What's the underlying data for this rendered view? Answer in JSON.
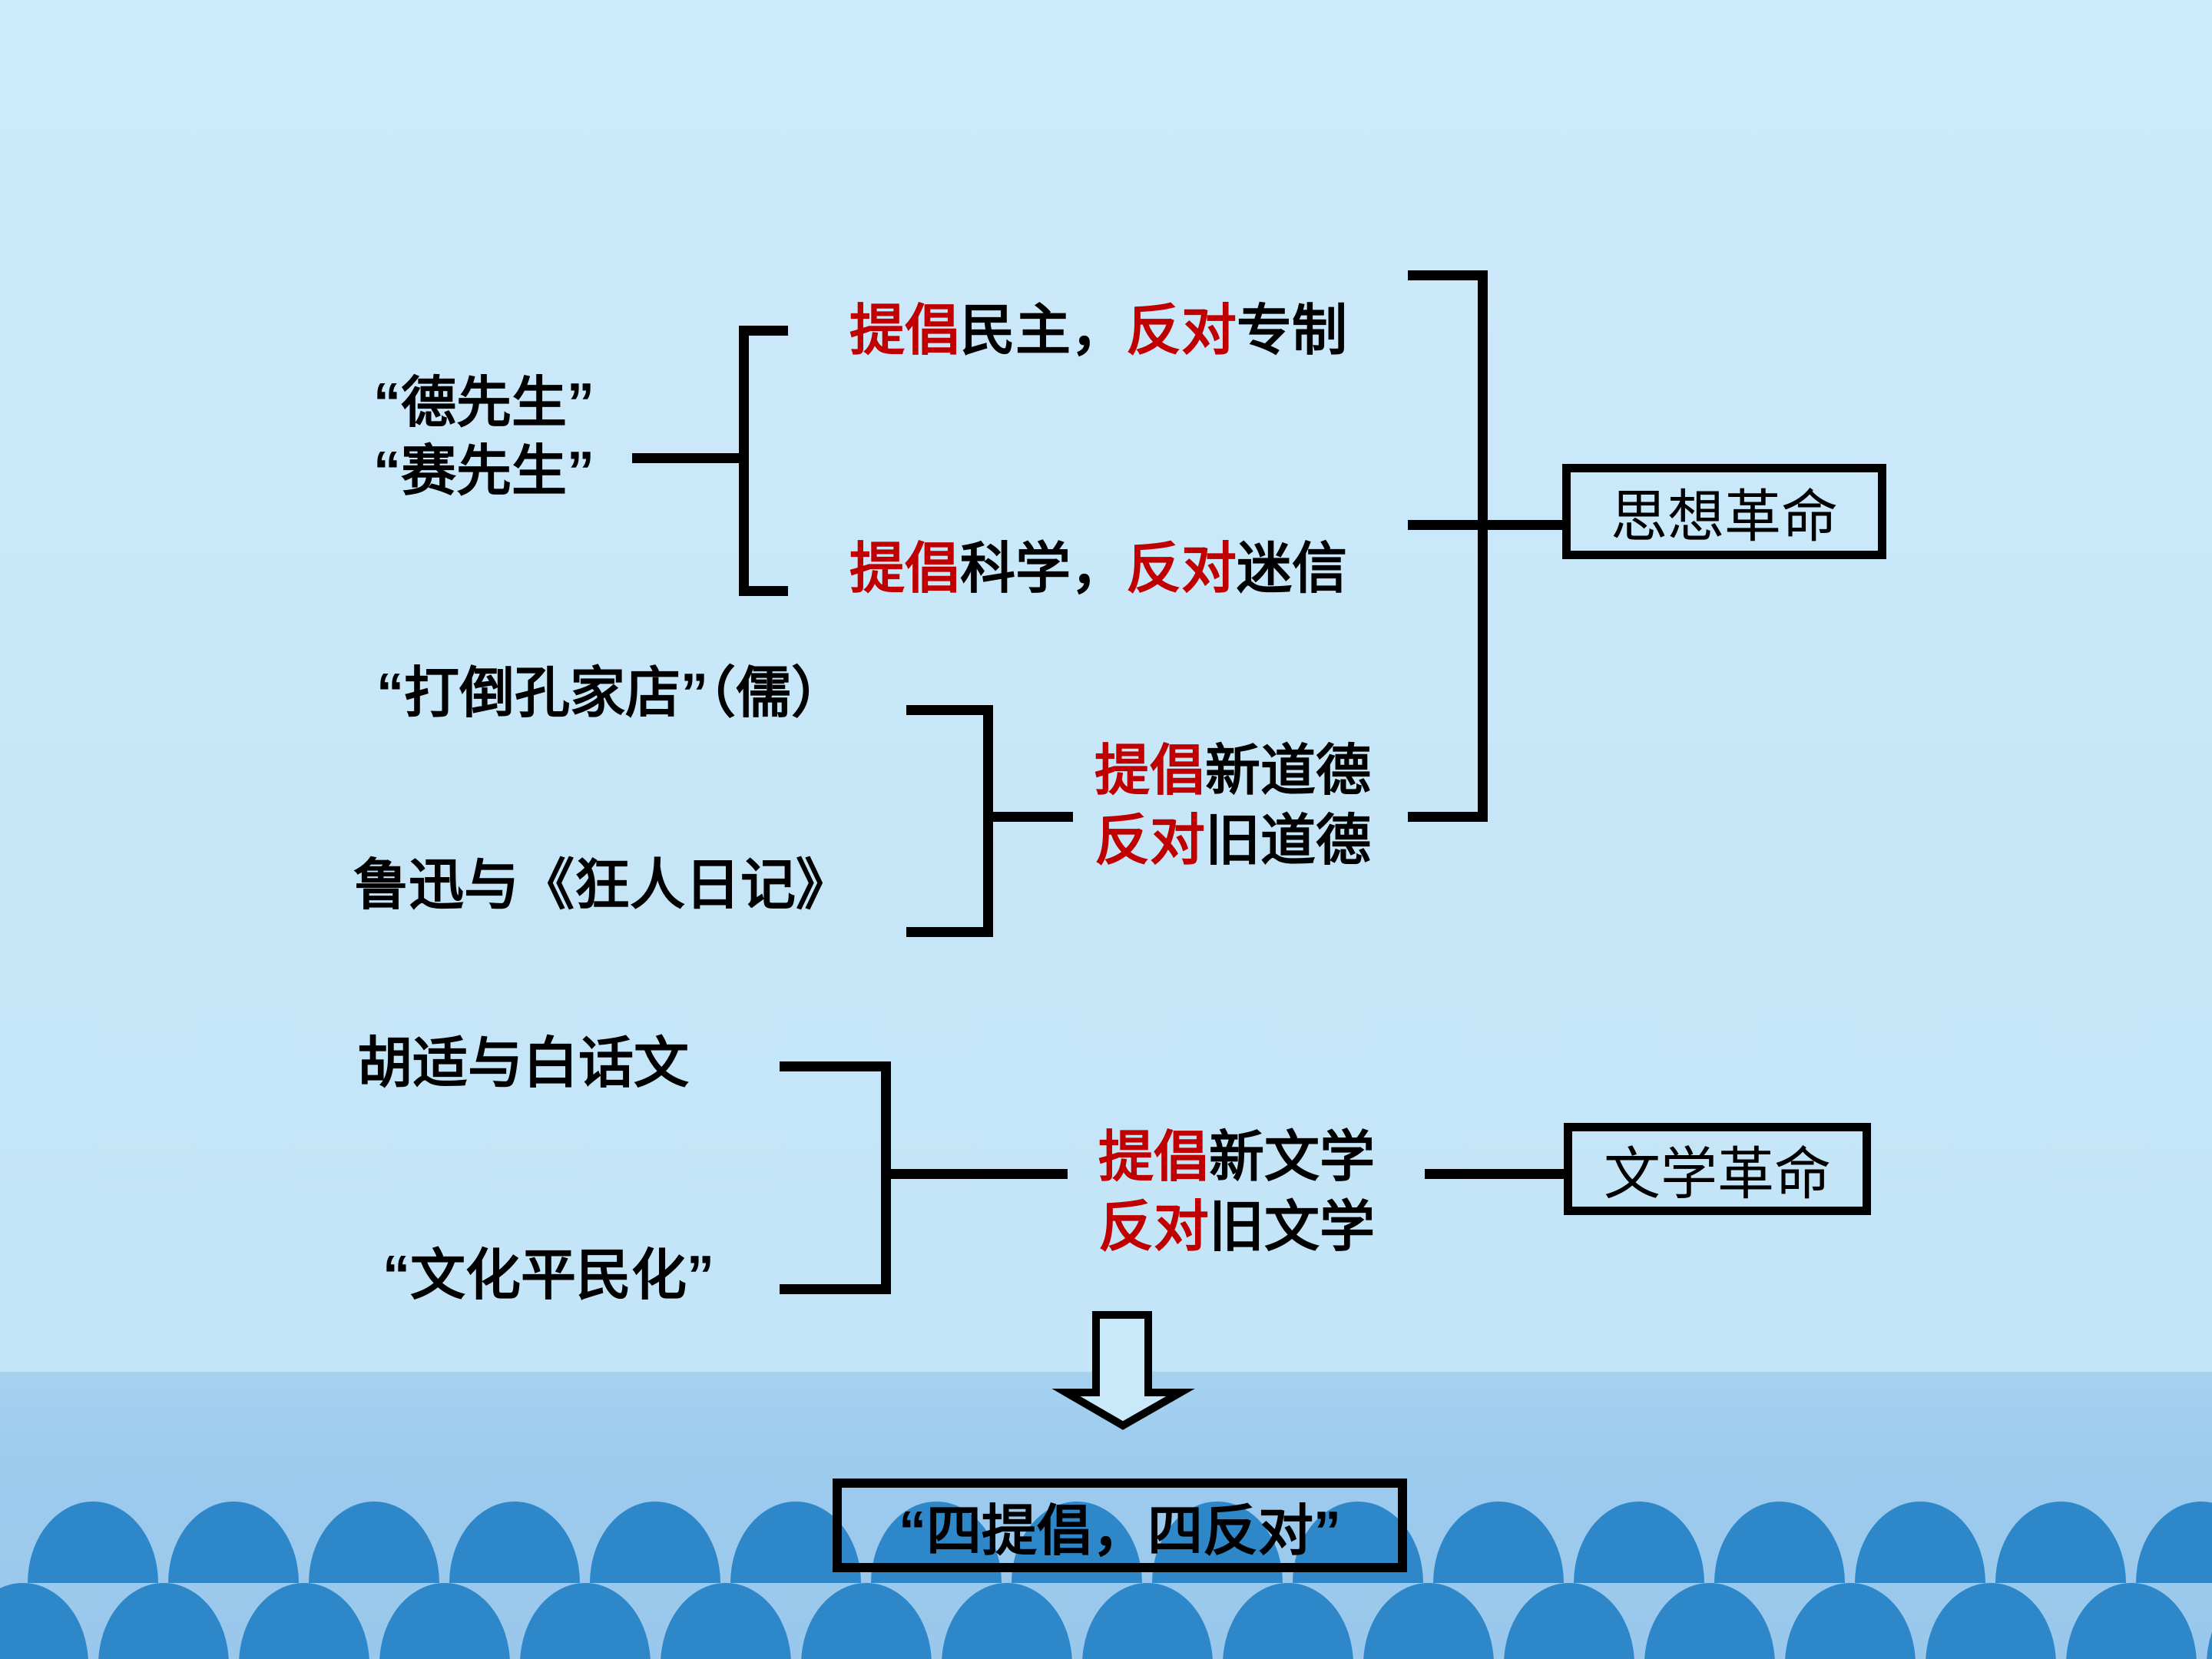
{
  "slide": {
    "colors": {
      "background_top": "#CDEAFA",
      "background_bottom": "#C2E3F6",
      "band": "#9DCBEE",
      "wave": "#2E87C9",
      "line": "#000000",
      "text": "#000000",
      "red_emphasis": "#C00000",
      "arrow_fill": "#C9E8F9"
    },
    "left_column": {
      "mr_d_label": "“德先生”",
      "mr_s_label": "“赛先生”",
      "kongjiadian_label": "“打倒孔家店”（儒）",
      "luxun_label": "鲁迅与《狂人日记》",
      "hushi_label": "胡适与白话文",
      "wenhua_label": "“文化平民化”"
    },
    "middle_column": {
      "democracy_line": [
        {
          "text": "提倡",
          "red": true
        },
        {
          "text": "民主，",
          "red": false
        },
        {
          "text": "反对",
          "red": true
        },
        {
          "text": "专制",
          "red": false
        }
      ],
      "science_line": [
        {
          "text": "提倡",
          "red": true
        },
        {
          "text": "科学，",
          "red": false
        },
        {
          "text": "反对",
          "red": true
        },
        {
          "text": "迷信",
          "red": false
        }
      ],
      "morality_line1": [
        {
          "text": "提倡",
          "red": true
        },
        {
          "text": "新道德",
          "red": false
        }
      ],
      "morality_line2": [
        {
          "text": "反对",
          "red": true
        },
        {
          "text": "旧道德",
          "red": false
        }
      ],
      "literature_line1": [
        {
          "text": "提倡",
          "red": true
        },
        {
          "text": "新文学",
          "red": false
        }
      ],
      "literature_line2": [
        {
          "text": "反对",
          "red": true
        },
        {
          "text": "旧文学",
          "red": false
        }
      ]
    },
    "boxes": {
      "thought_revolution": "思想革命",
      "literature_revolution": "文学革命",
      "conclusion": "“四提倡，四反对”"
    }
  }
}
